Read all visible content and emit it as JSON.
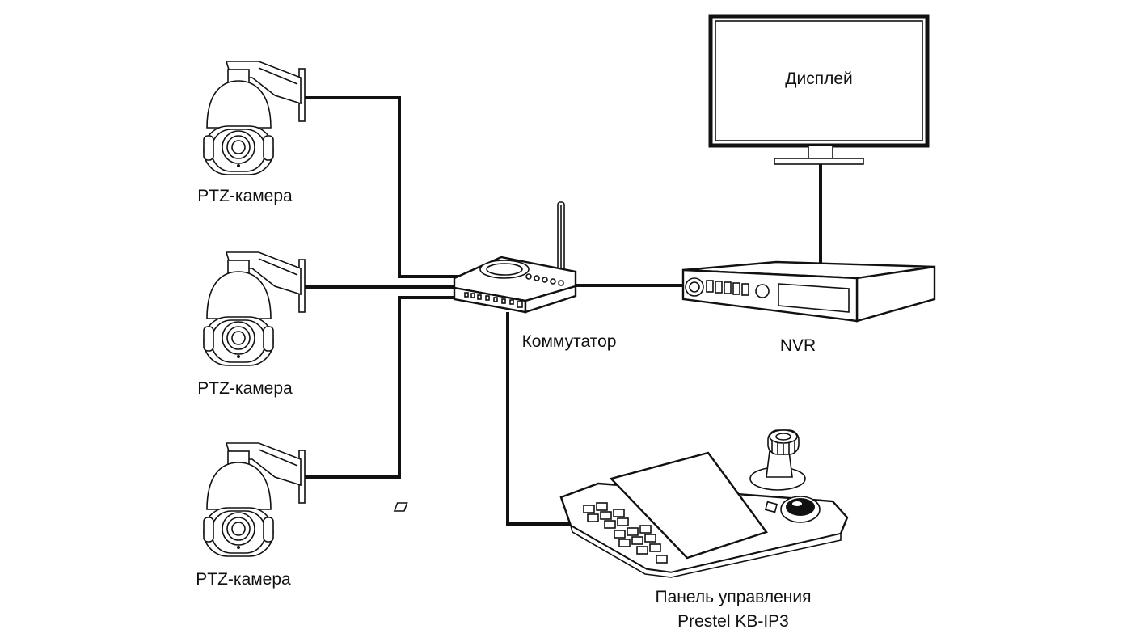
{
  "labels": {
    "camera_1": "PTZ-камера",
    "camera_2": "PTZ-камера",
    "camera_3": "PTZ-камера",
    "switch": "Коммутатор",
    "nvr": "NVR",
    "display": "Дисплей",
    "control_panel_line1": "Панель управления",
    "control_panel_line2": "Prestel KB-IP3"
  },
  "colors": {
    "line": "#111111",
    "background": "#ffffff"
  }
}
